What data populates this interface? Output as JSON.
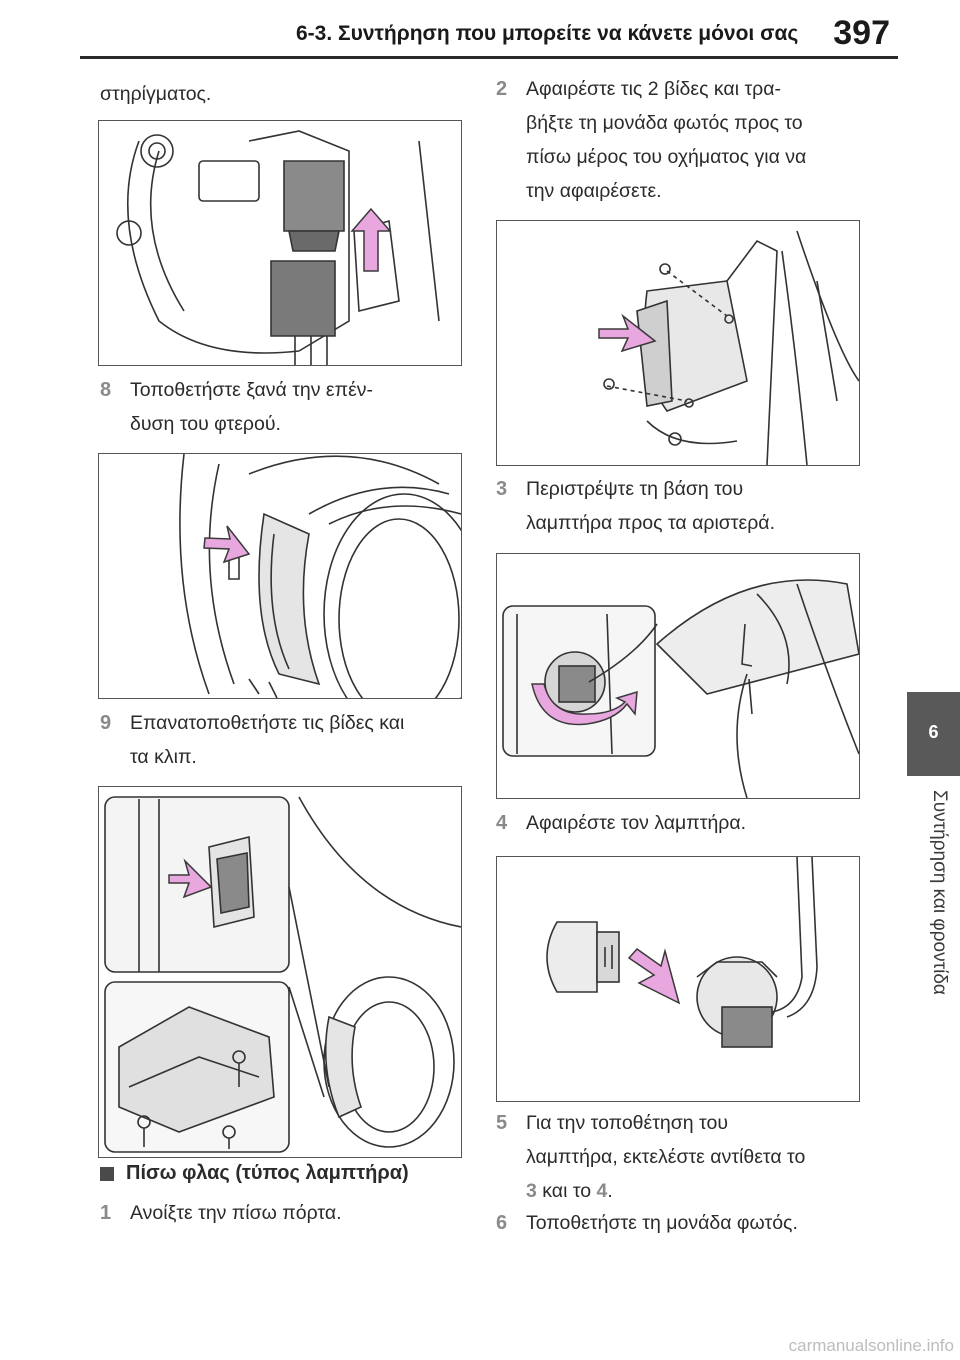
{
  "header": {
    "title": "6-3. Συντήρηση που μπορείτε να κάνετε μόνοι σας",
    "page_number": "397"
  },
  "side_tab": {
    "number": "6",
    "label": "Συντήρηση και φροντίδα"
  },
  "left": {
    "intro": "στηρίγματος.",
    "step8": {
      "num": "8",
      "line1": "Τοποθετήστε ξανά την επέν-",
      "line2": "δυση του φτερού."
    },
    "step9": {
      "num": "9",
      "line1": "Επανατοποθετήστε τις βίδες και",
      "line2": "τα κλιπ."
    },
    "section": "Πίσω φλας (τύπος λαμπτήρα)",
    "step1": {
      "num": "1",
      "text": "Ανοίξτε την πίσω πόρτα."
    }
  },
  "right": {
    "step2": {
      "num": "2",
      "line1": "Αφαιρέστε τις 2 βίδες και τρα-",
      "line2": "βήξτε τη μονάδα φωτός προς το",
      "line3": "πίσω μέρος του οχήματος για να",
      "line4": "την αφαιρέσετε."
    },
    "step3": {
      "num": "3",
      "line1": "Περιστρέψτε τη βάση του",
      "line2": "λαμπτήρα προς τα αριστερά."
    },
    "step4": {
      "num": "4",
      "text": "Αφαιρέστε τον λαμπτήρα."
    },
    "step5": {
      "num": "5",
      "line1": "Για την τοποθέτηση του",
      "line2a": "λαμπτήρα, εκτελέστε αντίθετα το",
      "ref1": "3",
      "and": " και το ",
      "ref2": "4",
      "dot": "."
    },
    "step6": {
      "num": "6",
      "text": "Τοποθετήστε τη μονάδα φωτός."
    }
  },
  "footer": {
    "watermark": "carmanualsonline.info"
  },
  "colors": {
    "arrow_fill": "#e8a8df",
    "arrow_stroke": "#3a3a3a",
    "tab_bg": "#595959",
    "step_num": "#8a8a8a"
  }
}
